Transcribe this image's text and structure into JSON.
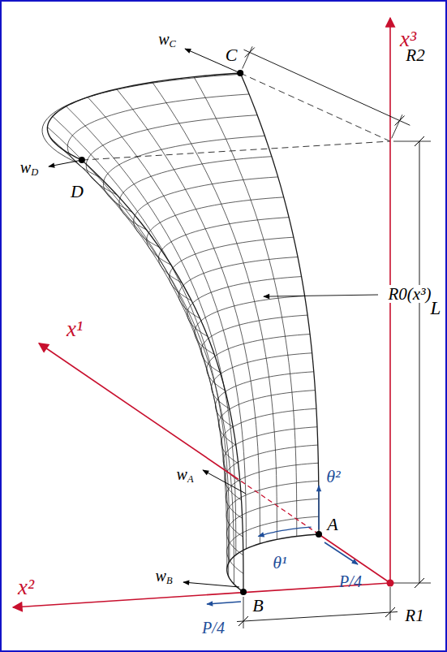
{
  "diagram": {
    "labels": [
      "wC",
      "C",
      "R2",
      "x³",
      "wD",
      "D",
      "R0(x³)",
      "L",
      "x¹",
      "wA",
      "θ²",
      "A",
      "θ¹",
      "P/4",
      "wB",
      "x²",
      "B",
      "P/4",
      "R1"
    ]
  }
}
